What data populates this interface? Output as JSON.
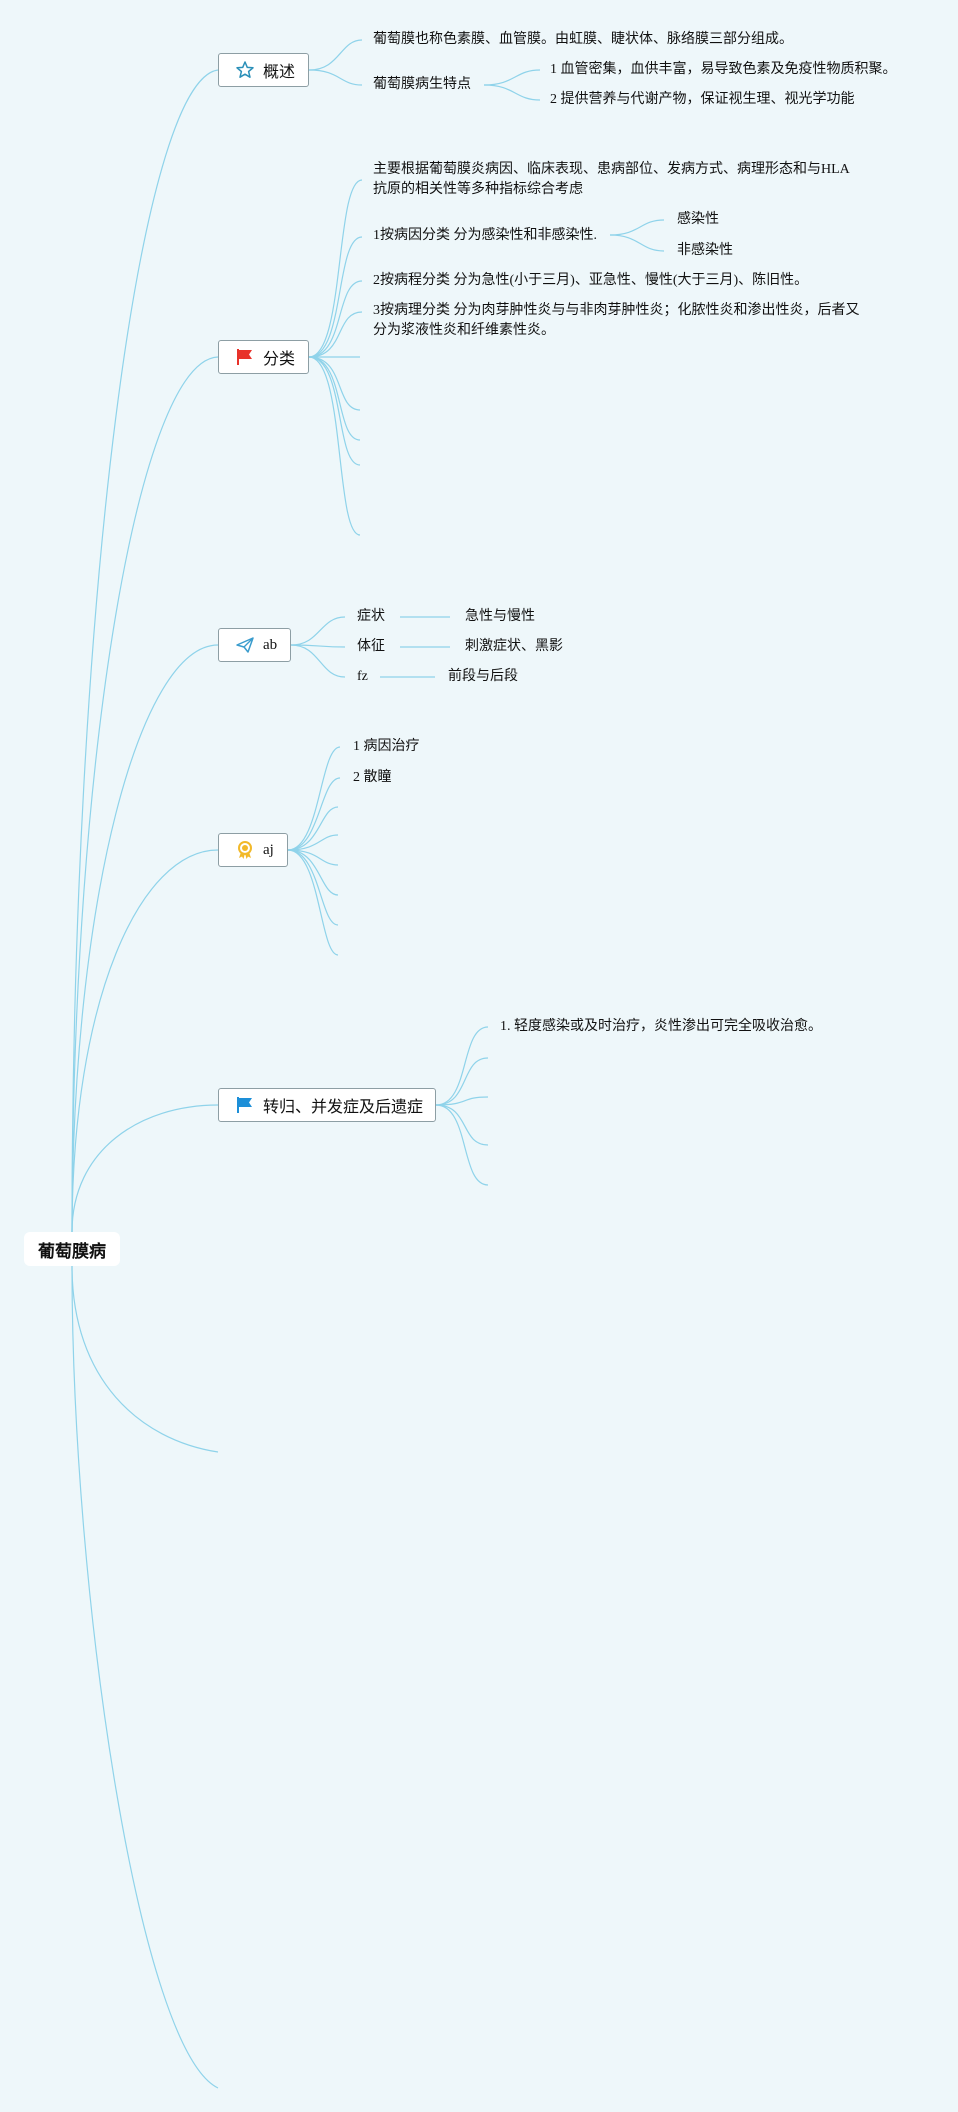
{
  "colors": {
    "background": "#eef7fa",
    "connector": "#8fd3ea",
    "box_border": "#8d9ea4",
    "flag_red": "#e8322a",
    "flag_blue": "#1d8fd8",
    "star": "#2a8fb8",
    "plane": "#3a9ccd",
    "badge": "#f2b92a"
  },
  "root": {
    "label": "葡萄膜病"
  },
  "overview": {
    "label": "概述",
    "icon": "star-icon",
    "definition": "葡萄膜也称色素膜、血管膜。由虹膜、睫状体、脉络膜三部分组成。",
    "features_label": "葡萄膜病生特点",
    "features": [
      "1 血管密集，血供丰富，易导致色素及免疫性物质积聚。",
      "2 提供营养与代谢产物，保证视生理、视光学功能"
    ]
  },
  "classification": {
    "label": "分类",
    "icon": "red-flag-icon",
    "intro": "主要根据葡萄膜炎病因、临床表现、患病部位、发病方式、病理形态和与HLA抗原的相关性等多种指标综合考虑",
    "by_cause": "1按病因分类 分为感染性和非感染性.",
    "cause_types": [
      "感染性",
      "非感染性"
    ],
    "by_course": "2按病程分类 分为急性(小于三月)、亚急性、慢性(大于三月)、陈旧性。",
    "by_pathology": "3按病理分类 分为肉芽肿性炎与与非肉芽肿性炎；化脓性炎和渗出性炎，后者又分为浆液性炎和纤维素性炎。"
  },
  "ab": {
    "label": "ab",
    "icon": "paper-plane-icon",
    "rows": [
      {
        "key": "症状",
        "value": "急性与慢性"
      },
      {
        "key": "体征",
        "value": "刺激症状、黑影"
      },
      {
        "key": "fz",
        "value": "前段与后段"
      }
    ]
  },
  "aj": {
    "label": "aj",
    "icon": "award-badge-icon",
    "items": [
      "1 病因治疗",
      "2 散瞳"
    ]
  },
  "prognosis": {
    "label": "转归、并发症及后遗症",
    "icon": "blue-flag-icon",
    "items": [
      "1. 轻度感染或及时治疗，炎性渗出可完全吸收治愈。"
    ]
  }
}
